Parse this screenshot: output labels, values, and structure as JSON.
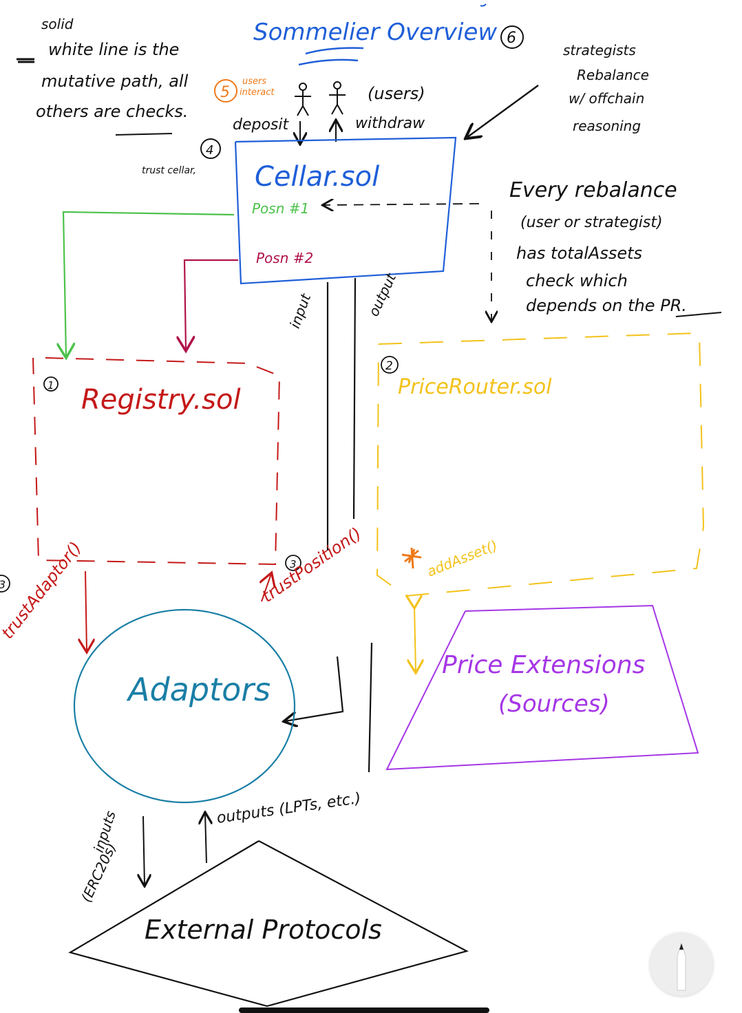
{
  "title": "Sommelier Overview",
  "legend_note": {
    "line1": "solid",
    "line2": "white line is the",
    "line3": "mutative path, all",
    "line4": "others are checks."
  },
  "users": {
    "marker": "5",
    "marker_label_1": "users",
    "marker_label_2": "interact",
    "label": "(users)",
    "deposit": "deposit",
    "withdraw": "withdraw"
  },
  "strategist": {
    "marker": "6",
    "line1": "strategists",
    "line2": "Rebalance",
    "line3": "w/ offchain",
    "line4": "reasoning"
  },
  "cellar": {
    "marker": "4",
    "trust_cellar": "trust cellar,",
    "name": "Cellar.sol",
    "pos1": "Posn #1",
    "pos2": "Posn #2",
    "input": "input",
    "output": "output"
  },
  "rebalance_note": {
    "line1": "Every rebalance",
    "line2": "(user or strategist)",
    "line3": "has totalAssets",
    "line4": "check which",
    "line5": "depends on the PR."
  },
  "registry": {
    "marker": "1",
    "name": "Registry.sol",
    "trust_adaptor_marker": "3",
    "trust_adaptor": "trustAdaptor()",
    "trust_position_marker": "3",
    "trust_position": "trustPosition()"
  },
  "price_router": {
    "marker": "2",
    "name": "PriceRouter.sol",
    "add_asset": "addAsset()"
  },
  "price_extensions": {
    "line1": "Price Extensions",
    "line2": "(Sources)"
  },
  "adaptors": {
    "name": "Adaptors"
  },
  "external": {
    "name": "External Protocols",
    "inputs_1": "inputs",
    "inputs_2": "(ERC20s)",
    "outputs": "outputs (LPTs, etc.)"
  },
  "colors": {
    "ink": "#111111",
    "blue": "#1f5fd8",
    "orange": "#ef7a1a",
    "green": "#4cc24a",
    "crimson": "#b0124a",
    "red": "#c41818",
    "yellow": "#f3c21a",
    "purple": "#a536e6",
    "teal": "#1a7fa6"
  },
  "toolbar": {
    "pencil_icon": "pencil-icon"
  }
}
